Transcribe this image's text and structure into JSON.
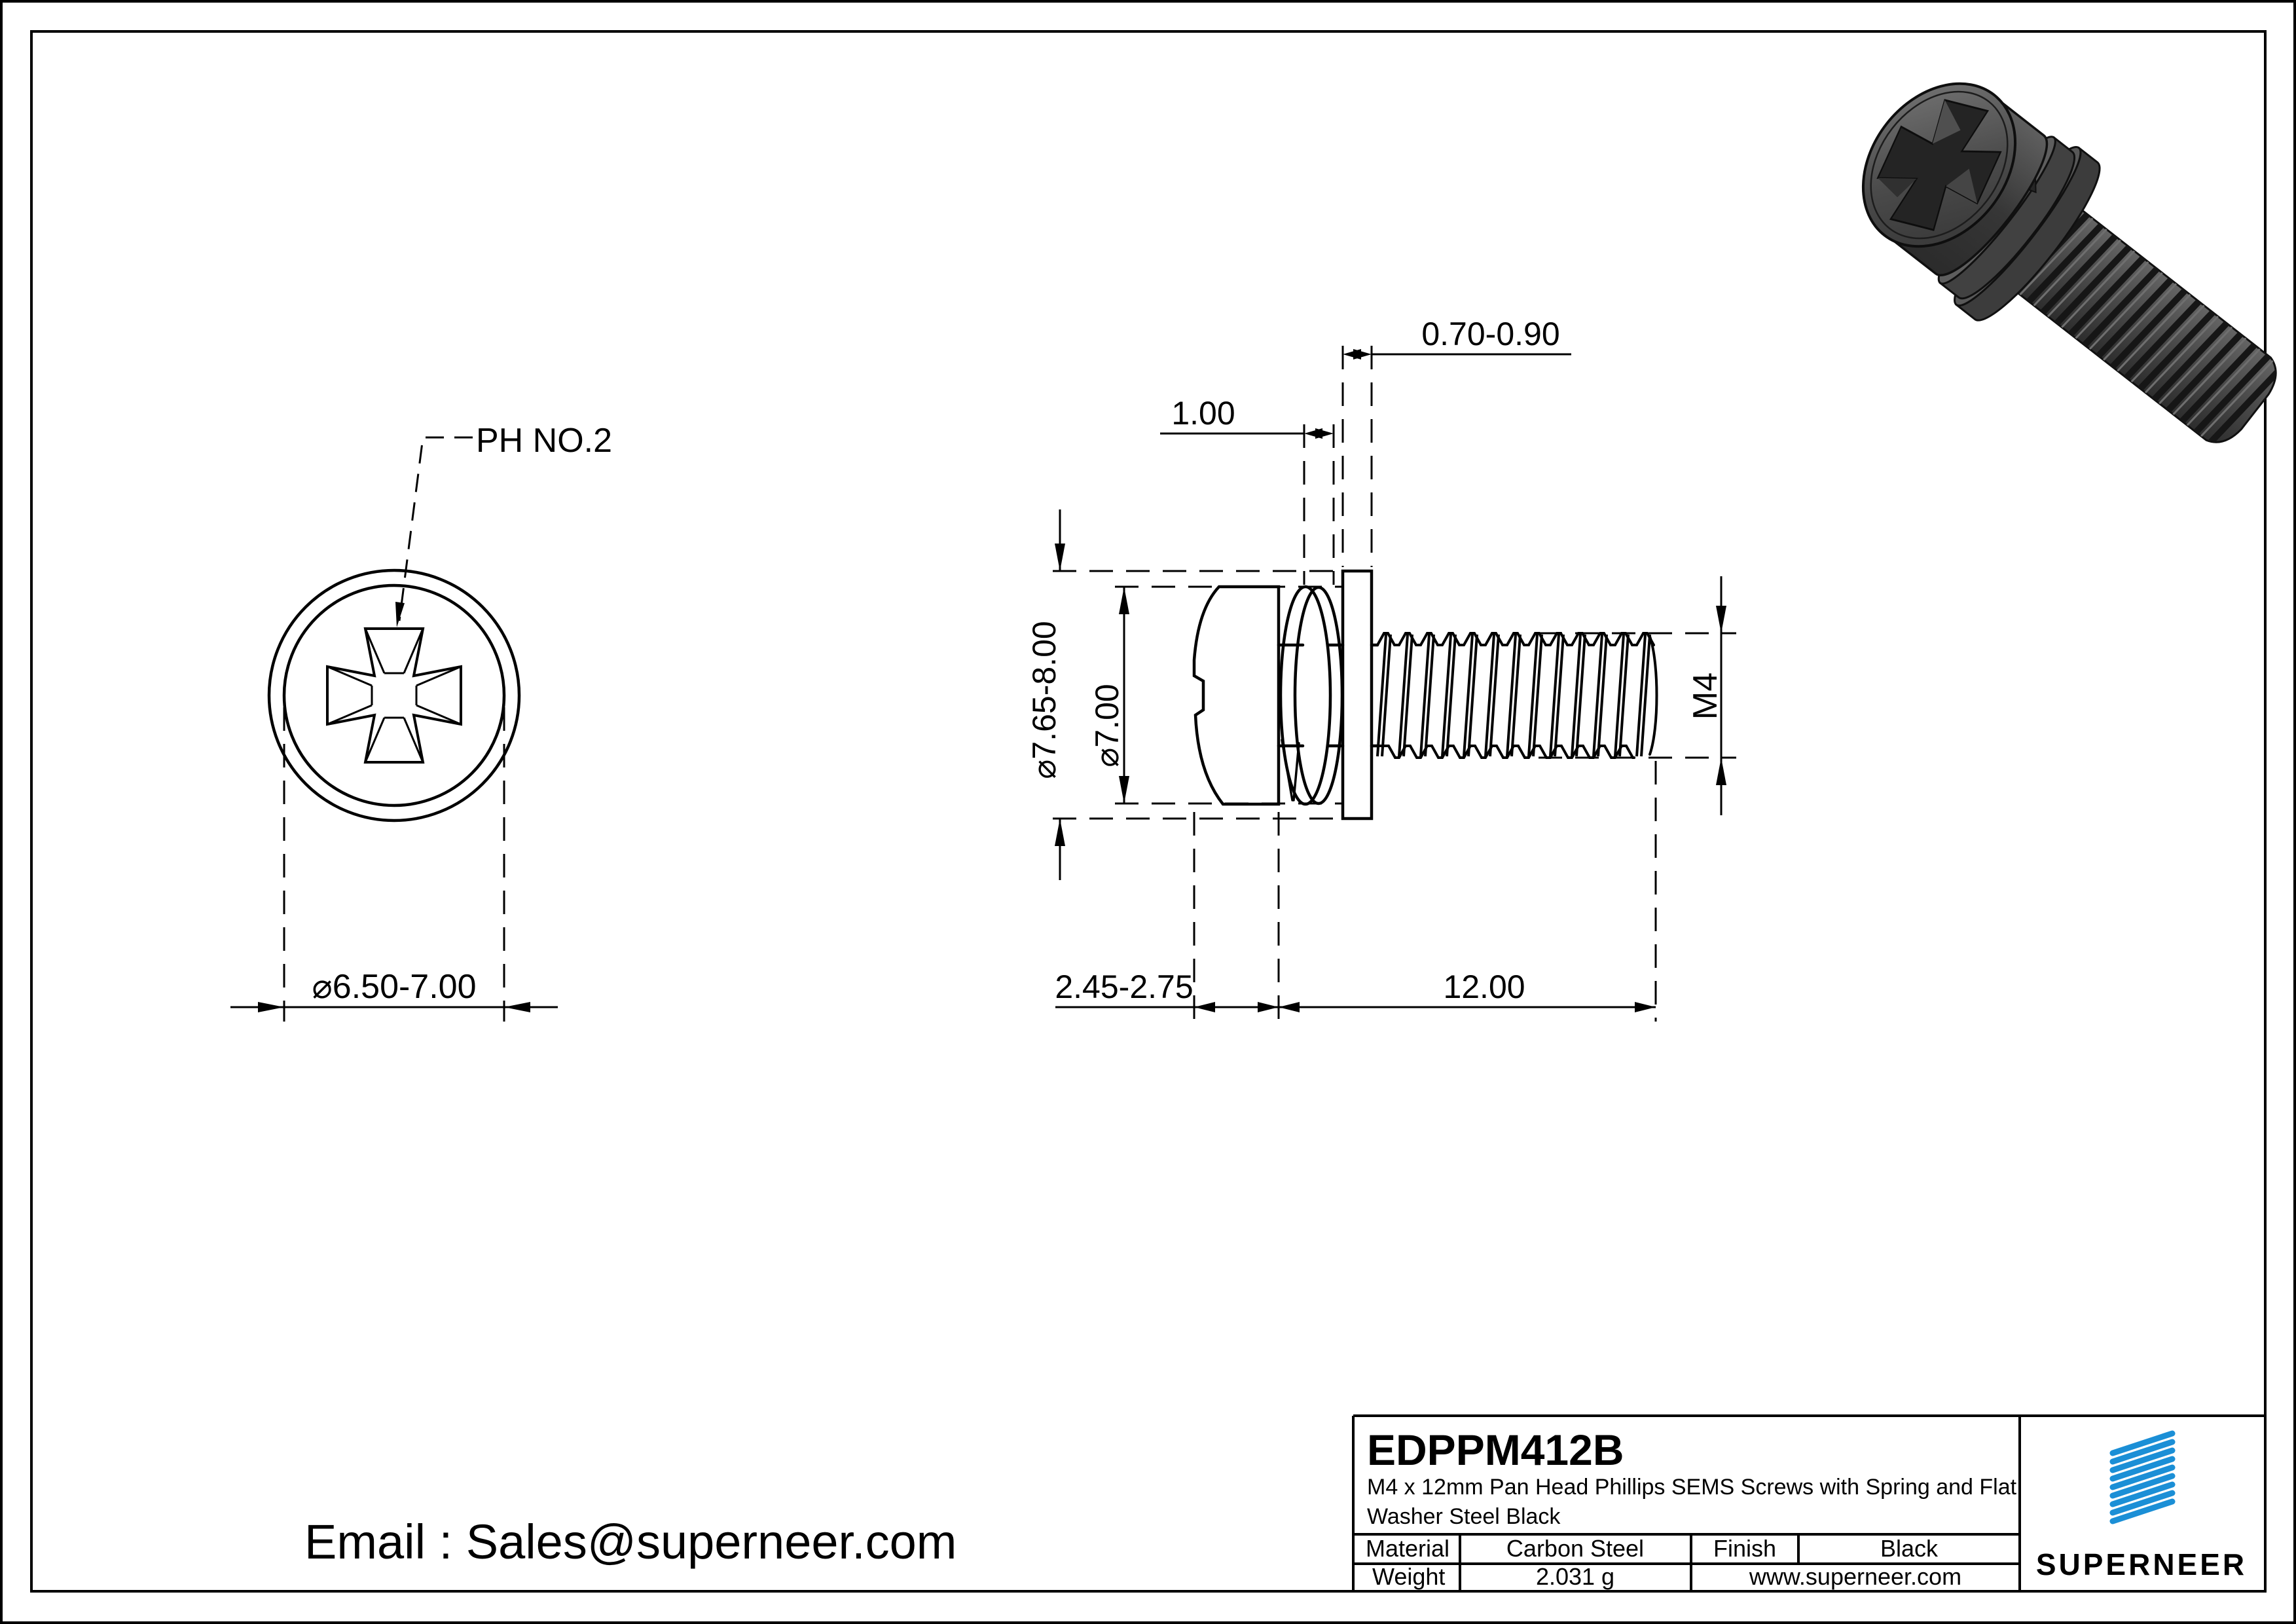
{
  "views": {
    "front": {
      "recess_label": "PH NO.2",
      "head_diameter": "⌀6.50-7.00"
    },
    "side": {
      "flat_washer_thickness": "0.70-0.90",
      "spring_washer_thickness": "1.00",
      "flat_washer_od": "⌀7.65-8.00",
      "head_od": "⌀7.00",
      "thread_spec": "M4",
      "head_height": "2.45-2.75",
      "thread_length": "12.00"
    }
  },
  "contact": {
    "email": "Email : Sales@superneer.com"
  },
  "title_block": {
    "part_number": "EDPPM412B",
    "description_line1": "M4 x 12mm Pan Head Phillips SEMS Screws with Spring and Flat",
    "description_line2": "Washer Steel Black",
    "material_label": "Material",
    "material_value": "Carbon Steel",
    "finish_label": "Finish",
    "finish_value": "Black",
    "weight_label": "Weight",
    "weight_value": "2.031 g",
    "website": "www.superneer.com",
    "brand_name": "SUPERNEER",
    "accent_blue": "#1b8fd6",
    "link_blue": "#1a7fd4"
  }
}
